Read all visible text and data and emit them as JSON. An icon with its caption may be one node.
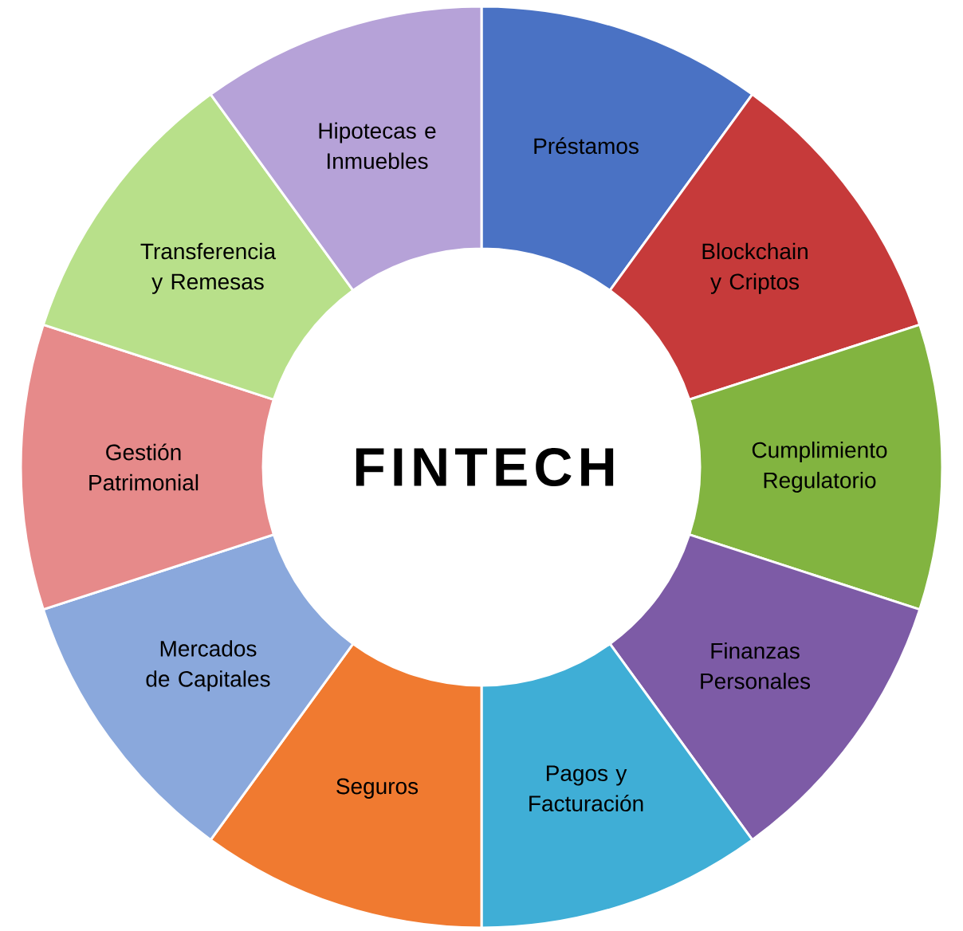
{
  "diagram": {
    "nodes": [
      {
        "text": [
          "FINTECH"
        ]
      },
      {
        "text": [
          "Préstamos"
        ]
      },
      {
        "text": [
          "Blockchain y Criptos"
        ]
      },
      {
        "text": [
          "Cumplimiento Regulatorio"
        ]
      },
      {
        "text": [
          "Finanzas Personales"
        ]
      },
      {
        "text": [
          "Pagos y Facturación"
        ]
      },
      {
        "text": [
          "Seguros"
        ]
      },
      {
        "text": [
          "Mercados de Capitales"
        ]
      },
      {
        "text": [
          "Gestión Patrimonial"
        ]
      },
      {
        "text": [
          "Transferencia y Remesas"
        ]
      },
      {
        "text": [
          "Hipotecas e Inmuebles"
        ]
      }
    ]
  }
}
